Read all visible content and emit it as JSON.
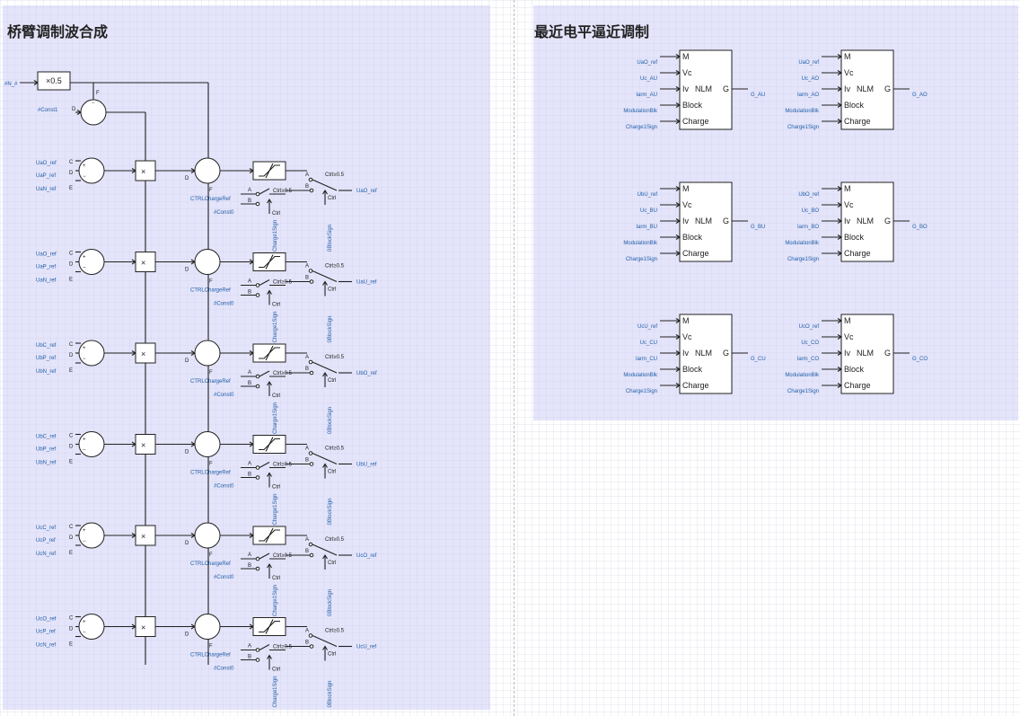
{
  "left_panel": {
    "title": "桥臂调制波合成",
    "top_label": "#N_#",
    "gain_label": "×0.5",
    "const_label": "#Const1",
    "rows": [
      {
        "in1": "UaO_ref",
        "in2": "UaP_ref",
        "in3": "UaN_ref",
        "out": "UaO_ref"
      },
      {
        "in1": "UaO_ref",
        "in2": "UaP_ref",
        "in3": "UaN_ref",
        "out": "UaU_ref"
      },
      {
        "in1": "UbC_ref",
        "in2": "UbP_ref",
        "in3": "UbN_ref",
        "out": "UbO_ref"
      },
      {
        "in1": "UbC_ref",
        "in2": "UbP_ref",
        "in3": "UbN_ref",
        "out": "UbU_ref"
      },
      {
        "in1": "UcC_ref",
        "in2": "UcP_ref",
        "in3": "UcN_ref",
        "out": "UcO_ref"
      },
      {
        "in1": "UcO_ref",
        "in2": "UcP_ref",
        "in3": "UcN_ref",
        "out": "UcU_ref"
      }
    ],
    "sum_signs": {
      "c": "C",
      "d": "D",
      "e": "E"
    },
    "ctrl_label": "CTRLChargeRef",
    "const0_label": "#Const0",
    "switch_label": "Ctrl≥0.5",
    "switch_a": "A",
    "switch_b": "B",
    "switch_ctrl": "Ctrl",
    "charge_label": "Charge1Sign",
    "block_label": "0BlockSign"
  },
  "right_panel": {
    "title": "最近电平逼近调制",
    "block_pins_left": [
      "M",
      "Vc",
      "Iv",
      "Block",
      "Charge"
    ],
    "block_center": "NLM",
    "block_pin_right": "G",
    "blocks": [
      {
        "in": [
          "UaO_ref",
          "Uc_AU",
          "Iarm_AU",
          "ModulationBlk",
          "Charge1Sign"
        ],
        "out": "G_AU"
      },
      {
        "in": [
          "UaO_ref",
          "Uc_AO",
          "Iarm_AO",
          "ModulationBlk",
          "Charge1Sign"
        ],
        "out": "G_AO"
      },
      {
        "in": [
          "UbU_ref",
          "Uc_BU",
          "Iarm_BU",
          "ModulationBlk",
          "Charge1Sign"
        ],
        "out": "G_BU"
      },
      {
        "in": [
          "UbO_ref",
          "Uc_BO",
          "Iarm_BO",
          "ModulationBlk",
          "Charge1Sign"
        ],
        "out": "G_BO"
      },
      {
        "in": [
          "UcU_ref",
          "Uc_CU",
          "Iarm_CU",
          "ModulationBlk",
          "Charge1Sign"
        ],
        "out": "G_CU"
      },
      {
        "in": [
          "UcO_ref",
          "Uc_CO",
          "Iarm_CO",
          "ModulationBlk",
          "Charge1Sign"
        ],
        "out": "G_CO"
      }
    ]
  }
}
